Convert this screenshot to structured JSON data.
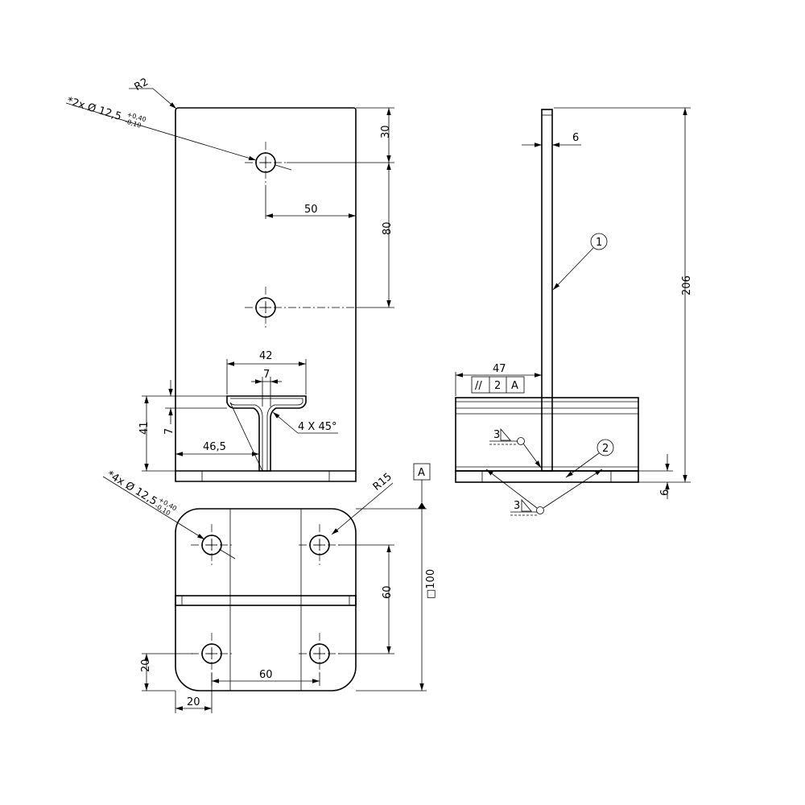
{
  "drawing": {
    "front_view": {
      "corner_radius": "R2",
      "holes_callout": "*2x Ø 12,5",
      "holes_tol_upper": "+0,40",
      "holes_tol_lower": "-0,10",
      "dim_top_hole": "30",
      "dim_hole_spacing": "80",
      "dim_hole_to_edge": "50",
      "dim_tee_width": "42",
      "dim_tee_stem": "7",
      "dim_flange_thickness": "7",
      "dim_tee_height": "41",
      "dim_tee_offset": "46,5",
      "chamfer_note": "4 X 45°"
    },
    "side_view": {
      "dim_plate_thickness": "6",
      "dim_total_height": "206",
      "dim_base_offset": "47",
      "dim_base_thickness": "6",
      "balloon_1": "1",
      "balloon_2": "2",
      "gdt_symbol": "//",
      "gdt_tolerance": "2",
      "gdt_datum": "A",
      "weld_size_upper": "3",
      "weld_size_lower": "3"
    },
    "bottom_view": {
      "holes_callout": "*4x Ø 12,5",
      "holes_tol_upper": "+0,40",
      "holes_tol_lower": "-0,10",
      "corner_radius": "R15",
      "dim_square": "□100",
      "dim_hole_spacing_v": "60",
      "dim_hole_spacing_h": "60",
      "dim_edge_v": "20",
      "dim_edge_h": "20",
      "datum_label": "A"
    }
  }
}
